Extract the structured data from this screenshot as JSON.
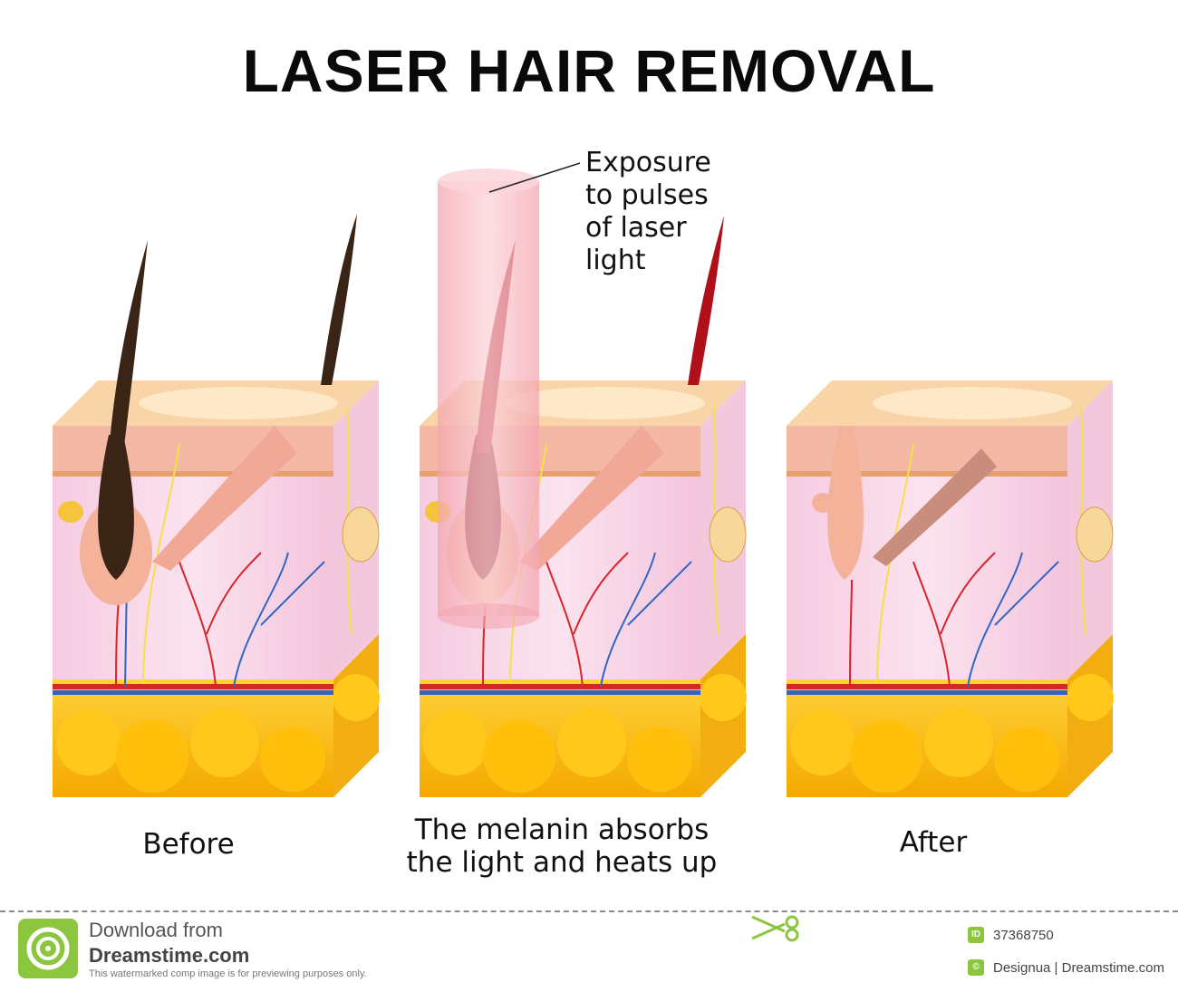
{
  "title": "LASER HAIR REMOVAL",
  "exposure_label": [
    "Exposure",
    "to pulses",
    "of laser",
    "light"
  ],
  "panels": [
    {
      "caption": [
        "Before"
      ]
    },
    {
      "caption": [
        "The melanin absorbs",
        "the light and heats up"
      ]
    },
    {
      "caption": [
        "After"
      ]
    }
  ],
  "footer": {
    "download_line1": "Download from",
    "download_line2": "Dreamstime.com",
    "disclaimer": "This watermarked comp image is for previewing purposes only.",
    "id_badge": "ID",
    "image_id": "37368750",
    "author": "Designua | Dreamstime.com"
  },
  "colors": {
    "hair_before": "#3a2416",
    "hair_heated": "#b0101a",
    "laser_beam": "#f6b9c0",
    "dermis": "#f7d3e6",
    "epidermis": "#f6c59c",
    "fat": "#f7b500",
    "artery": "#d7262b",
    "vein": "#2f66c6",
    "nerve": "#f3e04a",
    "brand_green": "#8cc63f"
  }
}
